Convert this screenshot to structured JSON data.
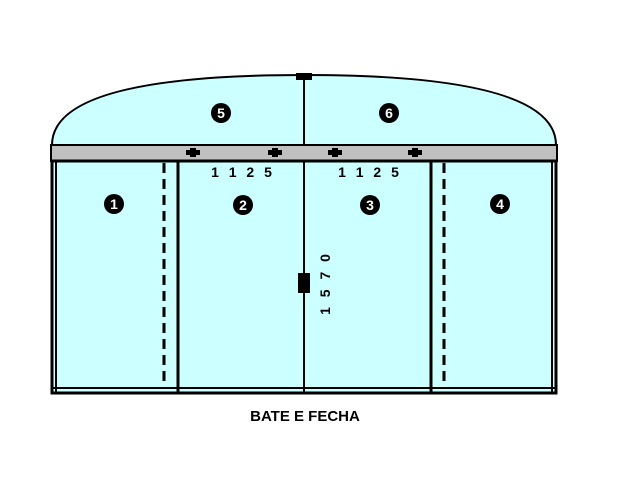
{
  "caption": "BATE E FECHA",
  "dimensions": {
    "left_width": "1 1 2 5",
    "right_width": "1 1 2 5",
    "height": "1 5 7 0"
  },
  "panels": [
    {
      "number": "1"
    },
    {
      "number": "2"
    },
    {
      "number": "3"
    },
    {
      "number": "4"
    },
    {
      "number": "5"
    },
    {
      "number": "6"
    }
  ],
  "colors": {
    "glass": "#ccffff",
    "frame": "#000000",
    "transom_bar": "#c0c0c0",
    "badge": "#000000"
  }
}
